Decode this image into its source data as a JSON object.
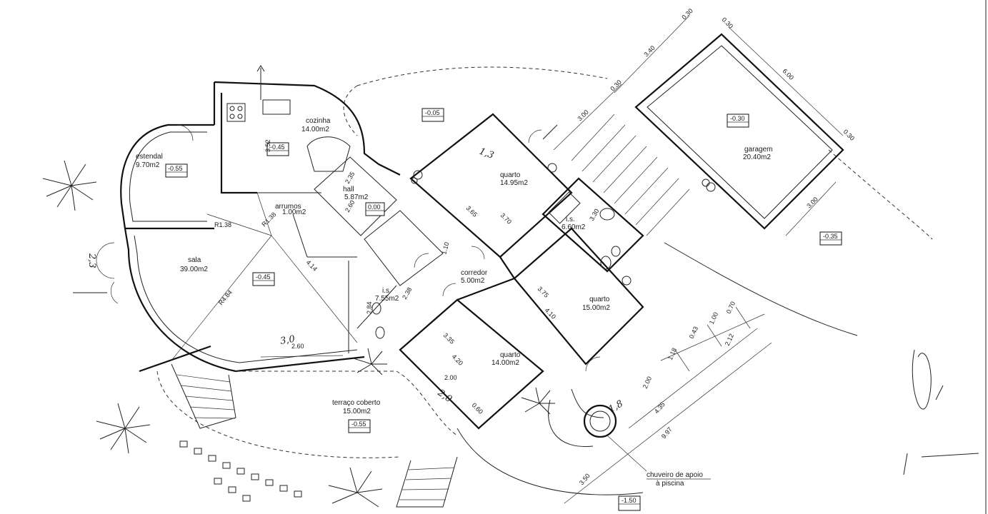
{
  "rooms": {
    "estendal": {
      "name": "estendal",
      "area": "9.70m2",
      "level": "-0.55"
    },
    "cozinha": {
      "name": "cozinha",
      "area": "14.00m2",
      "level": "-0.45"
    },
    "hall": {
      "name": "hall",
      "area": "5.87m2",
      "level": "0.00"
    },
    "arrumos": {
      "name": "arrumos",
      "area": "1.00m2"
    },
    "sala": {
      "name": "sala",
      "area": "39.00m2",
      "level": "-0.45"
    },
    "is_small": {
      "name": "i.s.",
      "area": "7.55m2"
    },
    "quarto_1": {
      "name": "quarto",
      "area": "14.95m2"
    },
    "is_large": {
      "name": "i.s.",
      "area": "6.60m2"
    },
    "corredor": {
      "name": "corredor",
      "area": "5.00m2"
    },
    "quarto_2": {
      "name": "quarto",
      "area": "15.00m2"
    },
    "quarto_3": {
      "name": "quarto",
      "area": "14.00m2"
    },
    "garagem": {
      "name": "garagem",
      "area": "20.40m2",
      "level": "-0.30"
    },
    "terraco": {
      "name": "terraço coberto",
      "area": "15.00m2",
      "level": "-0.55"
    }
  },
  "levels": {
    "outdoor_top": "-0.05",
    "outdoor_right": "-0.35",
    "bottom": "-1.50"
  },
  "dimensions": {
    "garage_top_a": "0.30",
    "garage_top_b": "3.40",
    "garage_top_c": "0.30",
    "garage_top_d": "0.30",
    "garage_width": "6.00",
    "garage_side": "0.30",
    "garage_depth": "3.00",
    "approach": "3.00",
    "hall_a": "2.35",
    "hall_b": "2.60",
    "kitchen_side": "3.52",
    "radius_a": "R1.38",
    "radius_b": "R1.38",
    "radius_c": "R4.84",
    "sala_width": "2.60",
    "quarto1_a": "3.65",
    "quarto1_b": "3.70",
    "is_a": "3.30",
    "is_b": "2.84",
    "is_c": "2.38",
    "corr_a": "1.10",
    "corr_b": "4.14",
    "quarto2_a": "3.75",
    "quarto2_b": "4.10",
    "quarto3_a": "3.35",
    "quarto3_b": "4.20",
    "quarto3_c": "2.00",
    "quarto3_d": "0.60",
    "chain_a": "0.70",
    "chain_b": "1.00",
    "chain_c": "0.43",
    "chain_d": "1.18",
    "chain_e": "2.00",
    "chain_f": "2.12",
    "chain_g": "4.35",
    "chain_h": "9.97",
    "chain_i": "3.50"
  },
  "annotations": {
    "shower_line1": "chuveiro de apoio",
    "shower_line2": "à piscina"
  },
  "handwriting": {
    "h_sala": "3,0",
    "h_quarto": "1,3",
    "h_quarto3": "2,0",
    "h_left": "2,3",
    "h_pool": "1,8"
  }
}
